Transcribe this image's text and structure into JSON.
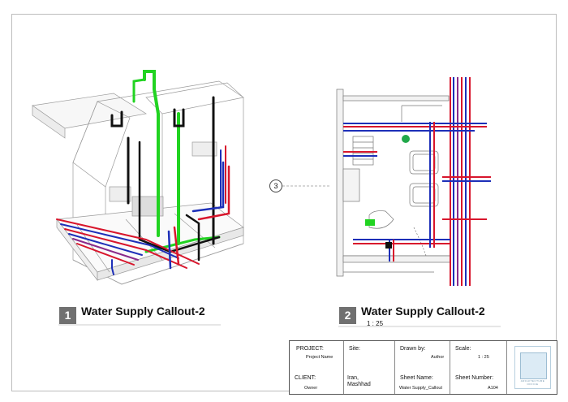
{
  "views": [
    {
      "number": "1",
      "title": "Water Supply Callout-2",
      "scale": ""
    },
    {
      "number": "2",
      "title": "Water Supply Callout-2",
      "scale": "1 : 25"
    }
  ],
  "callout_marker": "3",
  "title_block": {
    "project_label": "PROJECT:",
    "project_value": "Project Name",
    "site_label": "Site:",
    "drawn_by_label": "Drawn by:",
    "drawn_by_value": "Author",
    "scale_label": "Scale:",
    "scale_value": "1 : 25",
    "client_label": "CLIENT:",
    "client_value": "Owner",
    "site_value_line1": "Iran,",
    "site_value_line2": "Mashhad",
    "sheet_name_label": "Sheet Name:",
    "sheet_name_value": "Water Supply_Callout",
    "sheet_number_label": "Sheet Number:",
    "sheet_number_value": "A104",
    "logo_caption": "ARCHITECTURE OFFICE"
  },
  "colors": {
    "hot_water": "#d8162c",
    "cold_water": "#1d2fb8",
    "vent": "#21d321",
    "drain": "#111111"
  }
}
